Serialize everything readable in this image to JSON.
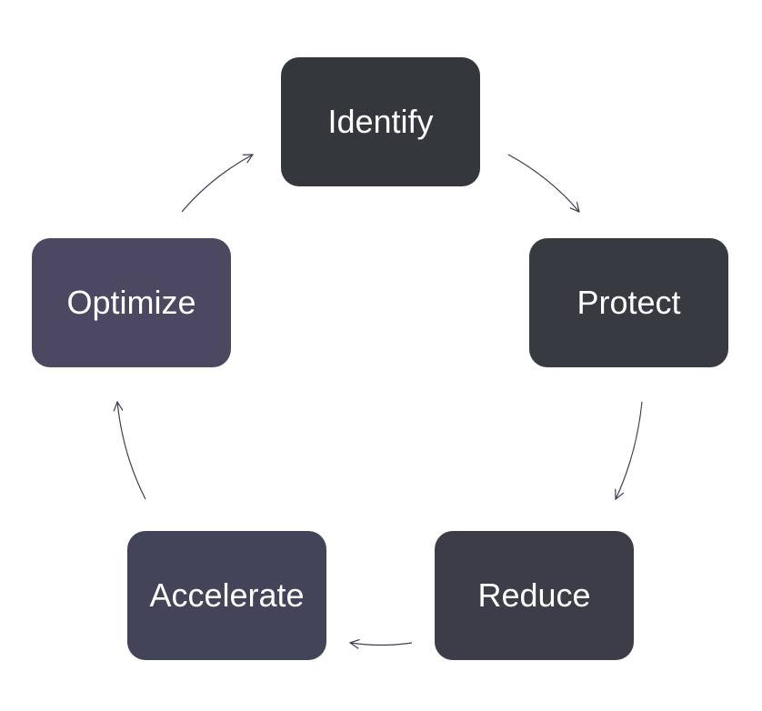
{
  "diagram": {
    "type": "cycle",
    "steps": [
      {
        "id": "identify",
        "label": "Identify",
        "color": "#34373c"
      },
      {
        "id": "protect",
        "label": "Protect",
        "color": "#373a40"
      },
      {
        "id": "reduce",
        "label": "Reduce",
        "color": "#3c3d49"
      },
      {
        "id": "accelerate",
        "label": "Accelerate",
        "color": "#434359"
      },
      {
        "id": "optimize",
        "label": "Optimize",
        "color": "#4c4862"
      }
    ],
    "arrow_color": "#3e3b55",
    "direction": "clockwise"
  }
}
